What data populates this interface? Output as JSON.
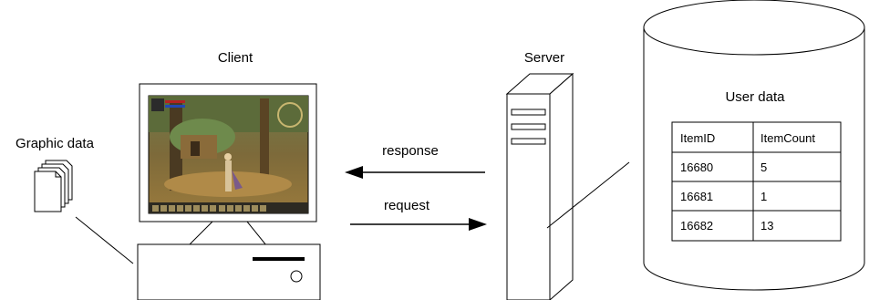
{
  "labels": {
    "client": "Client",
    "server": "Server",
    "graphic_data": "Graphic data",
    "user_data": "User data",
    "response": "response",
    "request": "request"
  },
  "user_table": {
    "headers": [
      "ItemID",
      "ItemCount"
    ],
    "rows": [
      [
        "16680",
        "5"
      ],
      [
        "16681",
        "1"
      ],
      [
        "16682",
        "13"
      ]
    ]
  },
  "colors": {
    "line": "#000000",
    "fill": "#ffffff"
  }
}
